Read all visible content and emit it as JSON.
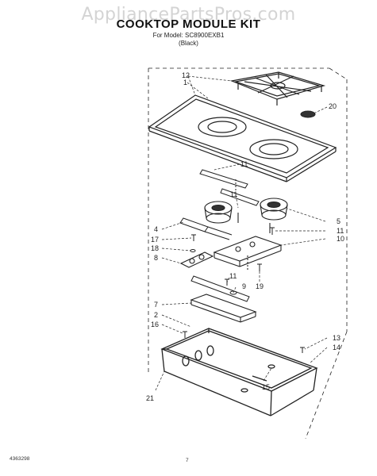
{
  "watermark": "AppliancePartsPros.com",
  "header": {
    "title": "COOKTOP MODULE KIT",
    "model_line": "For Model: SC8900EXB1",
    "color_line": "(Black)"
  },
  "callouts": {
    "c12": "12",
    "c1": "1",
    "c20": "20",
    "c11a": "11",
    "c11b": "11",
    "c5": "5",
    "c11c": "11",
    "c10": "10",
    "c4": "4",
    "c17": "17",
    "c18": "18",
    "c8": "8",
    "c11d": "11",
    "c9": "9",
    "c19": "19",
    "c7": "7",
    "c2": "2",
    "c16": "16",
    "c13": "13",
    "c14": "14",
    "c15": "15",
    "c21": "21"
  },
  "footer": {
    "doc_number": "4363298",
    "page_number": "7"
  }
}
